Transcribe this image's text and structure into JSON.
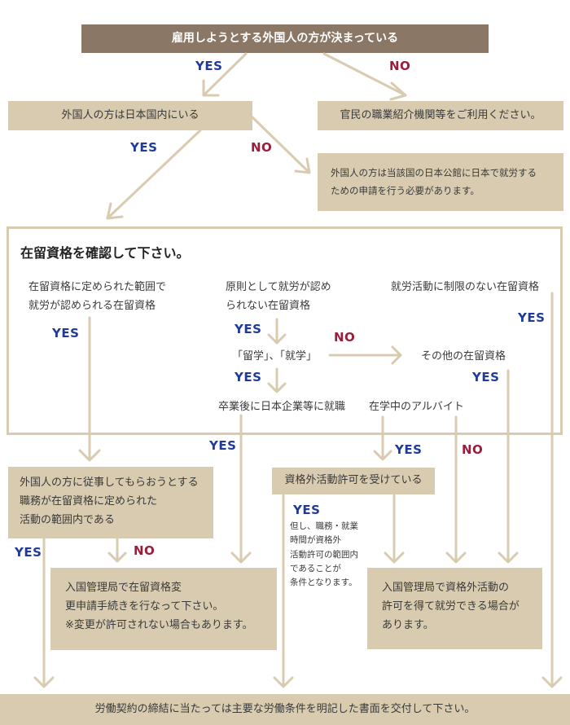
{
  "top": {
    "title": "雇用しようとする外国人の方が決まっている"
  },
  "labels": {
    "yes": "YES",
    "no": "NO"
  },
  "row2": {
    "left": "外国人の方は日本国内にいる",
    "right": "官民の職業紹介機関等をご利用ください。"
  },
  "notice_abroad": {
    "line1": "外国人の方は当該国の日本公館に日本で就労する",
    "line2": "ための申請を行う必要があります。"
  },
  "status_section": {
    "heading": "在留資格を確認して下さい。",
    "col1_line1": "在留資格に定められた範囲で",
    "col1_line2": "就労が認められる在留資格",
    "col2_line1": "原則として就労が認め",
    "col2_line2": "られない在留資格",
    "col3": "就労活動に制限のない在留資格",
    "ryugaku": "「留学」、「就学」",
    "other_status": "その他の在留資格",
    "graduate_job": "卒業後に日本企業等に就職",
    "student_parttime": "在学中のアルバイト"
  },
  "duty_box": {
    "line1": "外国人の方に従事してもらおうとする",
    "line2": "職務が在留資格に定められた",
    "line3": "活動の範囲内である"
  },
  "permit_box": {
    "text": "資格外活動許可を受けている"
  },
  "permit_note": {
    "line1": "但し、職務・就業",
    "line2": "時間が資格外",
    "line3": "活動許可の範囲内",
    "line4": "であることが",
    "line5": "条件となります。"
  },
  "change_box": {
    "line1": "入国管理局で在留資格変",
    "line2": "更申請手続きを行なって下さい。",
    "line3": "※変更が許可されない場合もあります。"
  },
  "work_permit_box": {
    "line1": "入国管理局で資格外活動の",
    "line2": "許可を得て就労できる場合が",
    "line3": "あります。"
  },
  "bottom": {
    "text": "労働契約の締結に当たっては主要な労働条件を明記した書面を交付して下さい。"
  },
  "colors": {
    "box": "#d8cbb0",
    "dark_box": "#8b7766",
    "yes": "#1f3a9a",
    "no": "#9a1e3c",
    "arrow": "#d8cbb0"
  }
}
